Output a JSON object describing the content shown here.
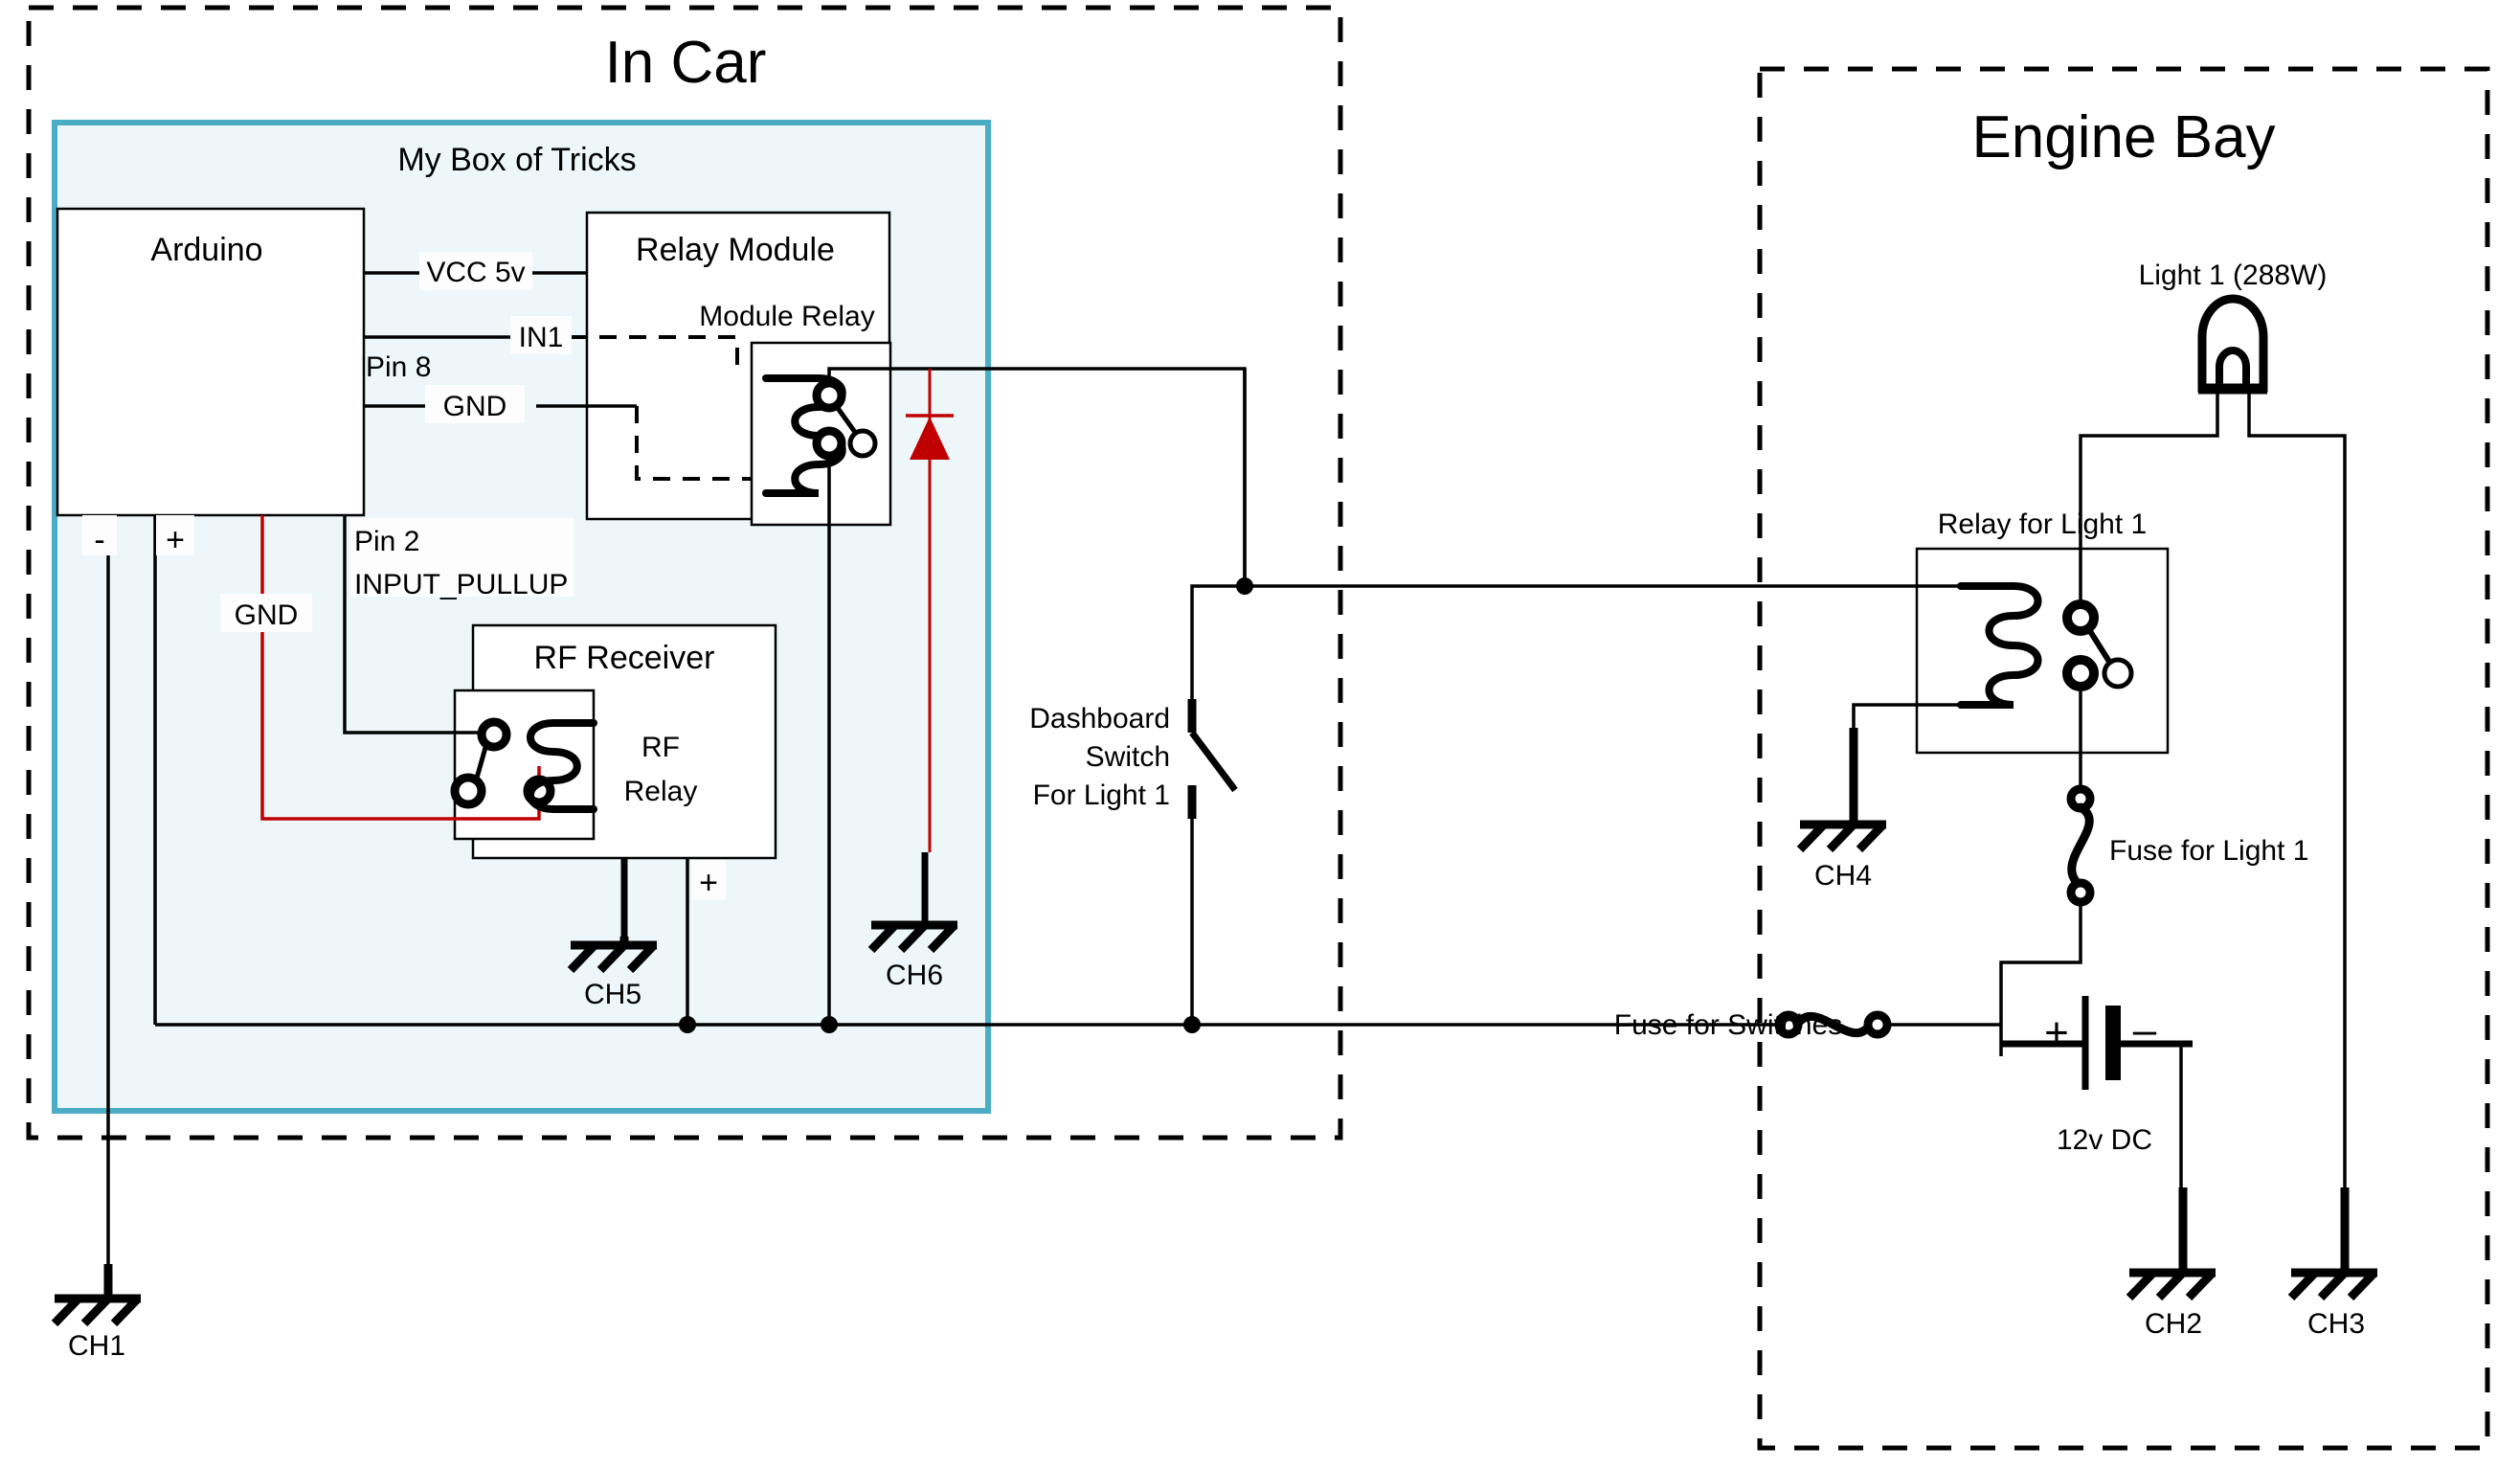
{
  "zones": [
    {
      "id": "in-car",
      "title": "In Car"
    },
    {
      "id": "engine-bay",
      "title": "Engine Bay"
    }
  ],
  "enclosure": {
    "title": "My Box of Tricks",
    "border_color": "#4BACC6",
    "fill_color": "#EDF7FA"
  },
  "blocks": [
    {
      "id": "arduino",
      "title": "Arduino"
    },
    {
      "id": "relay-module",
      "title": "Relay Module"
    },
    {
      "id": "module-relay",
      "title": "Module Relay"
    },
    {
      "id": "rf-receiver",
      "title": "RF Receiver"
    },
    {
      "id": "rf-relay",
      "title_line1": "RF",
      "title_line2": "Relay"
    },
    {
      "id": "relay-for-light-1",
      "title": "Relay for Light 1"
    }
  ],
  "wire_labels": {
    "vcc5v": "VCC 5v",
    "in1": "IN1",
    "pin8": "Pin 8",
    "gnd_to_module": "GND",
    "gnd_red": "GND",
    "pin2_line1": "Pin 2",
    "pin2_line2": "INPUT_PULLUP",
    "arduino_minus": "-",
    "arduino_plus": "+",
    "rf_plus": "+"
  },
  "components": {
    "dashboard_switch": {
      "line1": "Dashboard",
      "line2": "Switch",
      "line3": "For Light 1"
    },
    "light1": "Light 1 (288W)",
    "fuse_for_light1": "Fuse for Light 1",
    "fuse_for_switches": "Fuse for Switches",
    "battery": {
      "label": "12v DC",
      "plus": "+",
      "minus": "–"
    },
    "diode_color": "#C00000",
    "ground_wire_color": "#C00000"
  },
  "grounds": [
    {
      "id": "ch1",
      "label": "CH1"
    },
    {
      "id": "ch2",
      "label": "CH2"
    },
    {
      "id": "ch3",
      "label": "CH3"
    },
    {
      "id": "ch4",
      "label": "CH4"
    },
    {
      "id": "ch5",
      "label": "CH5"
    },
    {
      "id": "ch6",
      "label": "CH6"
    }
  ]
}
